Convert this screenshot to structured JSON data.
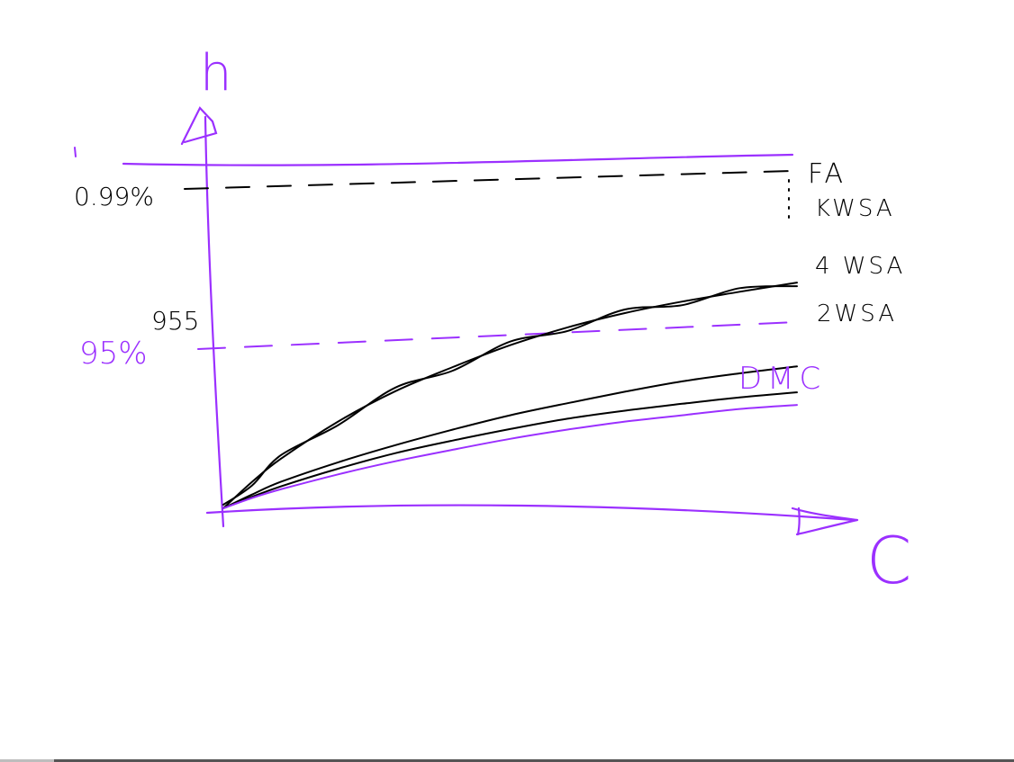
{
  "chart_data": {
    "type": "line",
    "xlabel": "C",
    "ylabel": "h",
    "ylim": [
      0.94,
      1.0
    ],
    "x": [
      0,
      0.05,
      0.1,
      0.2,
      0.3,
      0.4,
      0.5,
      0.6,
      0.7,
      0.8,
      0.9,
      1.0
    ],
    "reference_lines": [
      {
        "label": "1",
        "value": 1.0,
        "color": "#9b30ff",
        "style": "solid"
      },
      {
        "label": "0.99%",
        "value": 0.99,
        "color": "#000000",
        "style": "dashed"
      },
      {
        "label": "955",
        "value": 0.955,
        "color": "#000000",
        "style": "none"
      },
      {
        "label": "95%",
        "value": 0.95,
        "color": "#9b30ff",
        "style": "dashed"
      }
    ],
    "series": [
      {
        "name": "FA",
        "color": "#000000",
        "values": [
          0.94,
          0.9446,
          0.9486,
          0.9551,
          0.9604,
          0.9646,
          0.9684,
          0.9715,
          0.974,
          0.976,
          0.9777,
          0.9793
        ]
      },
      {
        "name": "KWSA",
        "color": "#000000",
        "values": [
          0.94,
          0.9446,
          0.9486,
          0.9551,
          0.9604,
          0.9646,
          0.9684,
          0.9715,
          0.974,
          0.976,
          0.9777,
          0.9793
        ]
      },
      {
        "name": "4 WSA",
        "color": "#000000",
        "values": [
          0.94,
          0.9424,
          0.9446,
          0.948,
          0.951,
          0.9537,
          0.9562,
          0.9583,
          0.9603,
          0.9621,
          0.9635,
          0.9647
        ]
      },
      {
        "name": "2WSA",
        "color": "#000000",
        "values": [
          0.94,
          0.942,
          0.9438,
          0.9469,
          0.9496,
          0.9518,
          0.9538,
          0.9556,
          0.957,
          0.9582,
          0.9593,
          0.9602
        ]
      },
      {
        "name": "DMC",
        "color": "#9b30ff",
        "values": [
          0.94,
          0.9418,
          0.9433,
          0.9459,
          0.9482,
          0.9502,
          0.9521,
          0.9537,
          0.9551,
          0.9562,
          0.9573,
          0.958
        ]
      }
    ]
  },
  "colors": {
    "axis": "#9b30ff",
    "ink": "#000000",
    "accent": "#9b30ff"
  }
}
